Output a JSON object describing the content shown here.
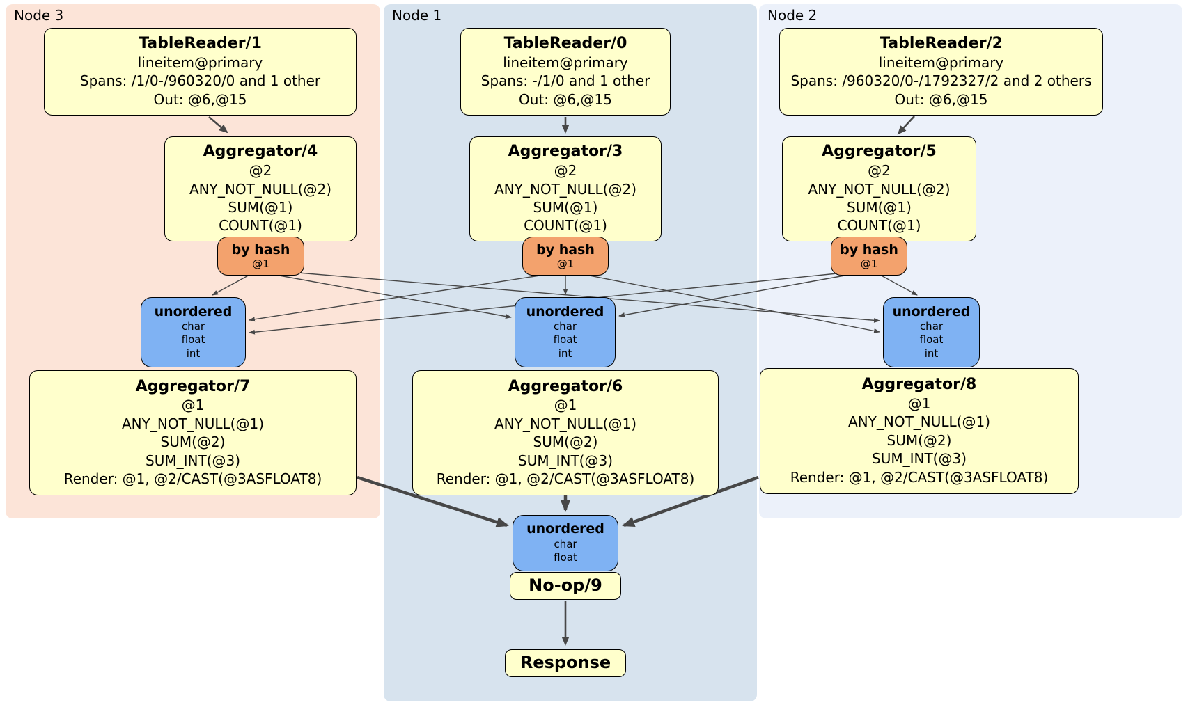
{
  "colors": {
    "node3_bg": "#fce4d8",
    "node1_bg": "#d7e3ee",
    "node2_bg": "#ecf1fa",
    "box_fill": "#ffffcc",
    "router_fill": "#f3a26d",
    "sync_fill": "#7fb2f3",
    "edge": "#474747"
  },
  "node_groups": [
    {
      "label": "Node 3",
      "table_reader": {
        "title": "TableReader/1",
        "lines": [
          "lineitem@primary",
          "Spans: /1/0-/960320/0 and 1 other",
          "Out: @6,@15"
        ]
      },
      "pre_aggregator": {
        "title": "Aggregator/4",
        "lines": [
          "@2",
          "ANY_NOT_NULL(@2)",
          "SUM(@1)",
          "COUNT(@1)"
        ]
      },
      "hash_router": {
        "title": "by hash",
        "lines": [
          "@1"
        ]
      },
      "sync": {
        "title": "unordered",
        "lines": [
          "char",
          "float",
          "int"
        ]
      },
      "post_aggregator": {
        "title": "Aggregator/7",
        "lines": [
          "@1",
          "ANY_NOT_NULL(@1)",
          "SUM(@2)",
          "SUM_INT(@3)",
          "Render: @1, @2/CAST(@3ASFLOAT8)"
        ]
      }
    },
    {
      "label": "Node 1",
      "table_reader": {
        "title": "TableReader/0",
        "lines": [
          "lineitem@primary",
          "Spans: -/1/0 and 1 other",
          "Out: @6,@15"
        ]
      },
      "pre_aggregator": {
        "title": "Aggregator/3",
        "lines": [
          "@2",
          "ANY_NOT_NULL(@2)",
          "SUM(@1)",
          "COUNT(@1)"
        ]
      },
      "hash_router": {
        "title": "by hash",
        "lines": [
          "@1"
        ]
      },
      "sync": {
        "title": "unordered",
        "lines": [
          "char",
          "float",
          "int"
        ]
      },
      "post_aggregator": {
        "title": "Aggregator/6",
        "lines": [
          "@1",
          "ANY_NOT_NULL(@1)",
          "SUM(@2)",
          "SUM_INT(@3)",
          "Render: @1, @2/CAST(@3ASFLOAT8)"
        ]
      }
    },
    {
      "label": "Node 2",
      "table_reader": {
        "title": "TableReader/2",
        "lines": [
          "lineitem@primary",
          "Spans: /960320/0-/1792327/2 and 2 others",
          "Out: @6,@15"
        ]
      },
      "pre_aggregator": {
        "title": "Aggregator/5",
        "lines": [
          "@2",
          "ANY_NOT_NULL(@2)",
          "SUM(@1)",
          "COUNT(@1)"
        ]
      },
      "hash_router": {
        "title": "by hash",
        "lines": [
          "@1"
        ]
      },
      "sync": {
        "title": "unordered",
        "lines": [
          "char",
          "float",
          "int"
        ]
      },
      "post_aggregator": {
        "title": "Aggregator/8",
        "lines": [
          "@1",
          "ANY_NOT_NULL(@1)",
          "SUM(@2)",
          "SUM_INT(@3)",
          "Render: @1, @2/CAST(@3ASFLOAT8)"
        ]
      }
    }
  ],
  "final_stage": {
    "sync": {
      "title": "unordered",
      "lines": [
        "char",
        "float"
      ]
    },
    "noop": {
      "title": "No-op/9"
    },
    "response": {
      "title": "Response"
    }
  }
}
